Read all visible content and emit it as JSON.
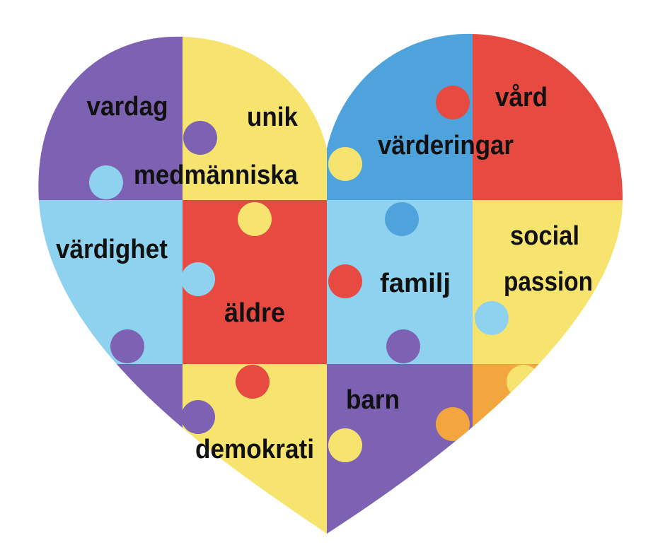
{
  "colors": {
    "purple": "#7d62b3",
    "yellow": "#f6e46e",
    "blue": "#4fa3dc",
    "red": "#e64a40",
    "light_blue": "#8fd2ef",
    "orange": "#f3a53e",
    "text": "#111111"
  },
  "words": {
    "vardag": "vardag",
    "unik": "unik",
    "varderingar": "värderingar",
    "vard": "vård",
    "medmanniska": "medmänniska",
    "vardighet": "värdighet",
    "social": "social",
    "passion": "passion",
    "familj": "familj",
    "aldre": "äldre",
    "barn": "barn",
    "demokrati": "demokrati"
  }
}
